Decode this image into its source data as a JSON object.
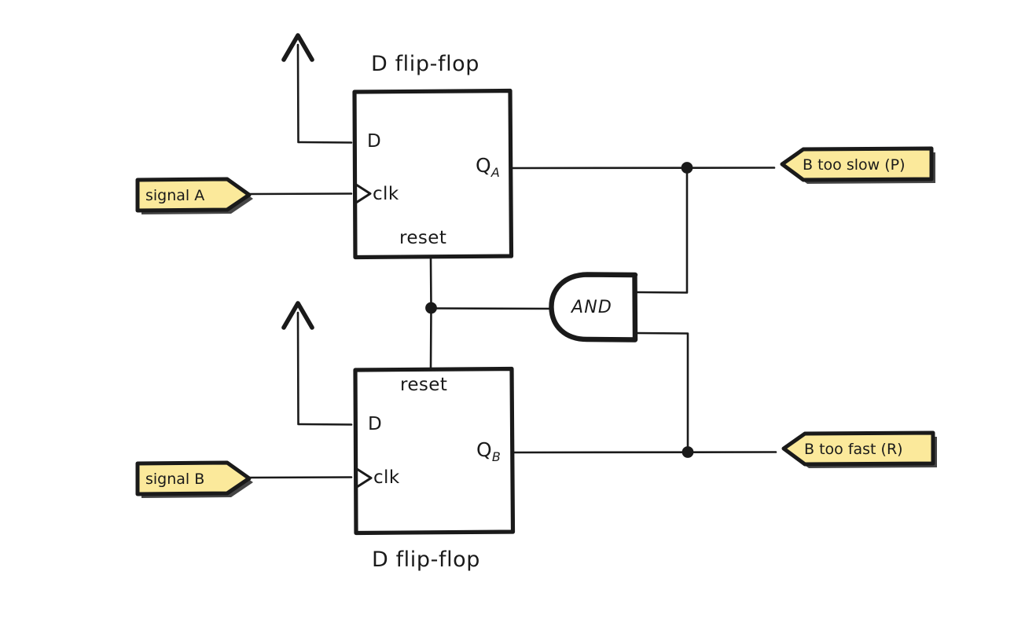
{
  "diagram": {
    "type": "digital-logic-circuit",
    "background_color": "#ffffff",
    "ink_color": "#1a1a1a",
    "tag_fill_color": "#fbe99b",
    "style": "hand-drawn"
  },
  "flipflop_top": {
    "title": "D flip-flop",
    "port_d": "D",
    "port_clk": "clk",
    "port_reset": "reset",
    "output_label": "Q",
    "output_subscript": "A"
  },
  "flipflop_bottom": {
    "title": "D flip-flop",
    "port_d": "D",
    "port_clk": "clk",
    "port_reset": "reset",
    "output_label": "Q",
    "output_subscript": "B"
  },
  "gate": {
    "label": "AND"
  },
  "input_tags": [
    {
      "text": "signal A",
      "direction": "right"
    },
    {
      "text": "signal B",
      "direction": "right"
    }
  ],
  "output_tags": [
    {
      "text": "B too slow (P)",
      "direction": "left"
    },
    {
      "text": "B too fast (R)",
      "direction": "left"
    }
  ]
}
